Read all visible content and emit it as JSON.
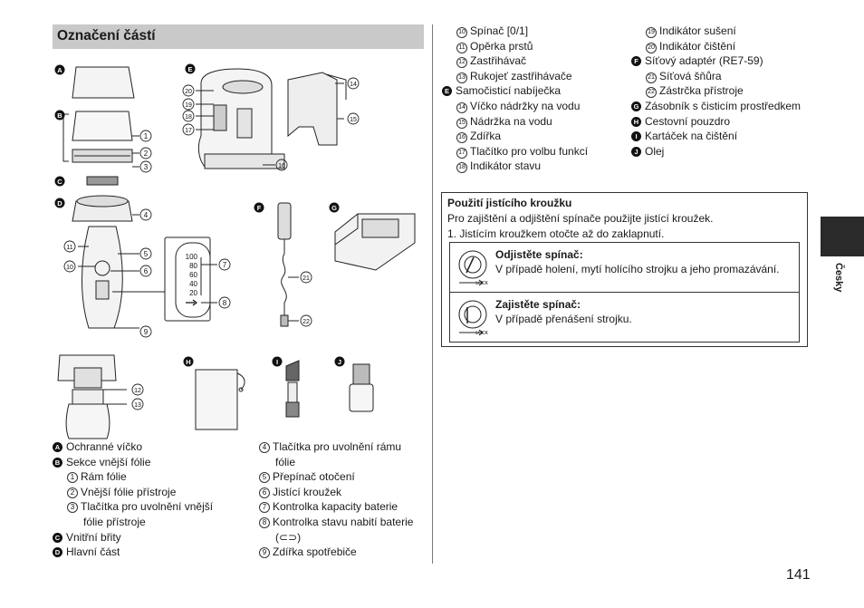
{
  "title": "Označení částí",
  "figure_labels": {
    "A": "A",
    "B": "B",
    "C": "C",
    "D": "D",
    "E": "E",
    "F": "F",
    "G": "G",
    "H": "H",
    "I": "I",
    "J": "J"
  },
  "callouts": [
    "1",
    "2",
    "3",
    "4",
    "5",
    "6",
    "7",
    "8",
    "9",
    "10",
    "11",
    "12",
    "13",
    "14",
    "15",
    "16",
    "17",
    "18",
    "19",
    "20",
    "21",
    "22"
  ],
  "gauge_values": [
    "100",
    "80",
    "60",
    "40",
    "20"
  ],
  "left_list": [
    {
      "badge": "A",
      "text": "Ochranné víčko"
    },
    {
      "badge": "B",
      "text": "Sekce vnější fólie"
    },
    {
      "num": "1",
      "text": "Rám fólie"
    },
    {
      "num": "2",
      "text": "Vnější fólie přístroje"
    },
    {
      "num": "3",
      "text": "Tlačítka pro uvolnění vnější"
    },
    {
      "cont": "fólie přístroje"
    },
    {
      "badge": "C",
      "text": "Vnitřní břity"
    },
    {
      "badge": "D",
      "text": "Hlavní část"
    }
  ],
  "mid_list": [
    {
      "num": "4",
      "text": "Tlačítka pro uvolnění rámu"
    },
    {
      "cont": "fólie"
    },
    {
      "num": "5",
      "text": "Přepínač otočení"
    },
    {
      "num": "6",
      "text": "Jistící kroužek"
    },
    {
      "num": "7",
      "text": "Kontrolka kapacity baterie"
    },
    {
      "num": "8",
      "text": "Kontrolka stavu nabití baterie"
    },
    {
      "cont": "(⊂⊃)"
    },
    {
      "num": "9",
      "text": "Zdířka spotřebiče"
    }
  ],
  "right_col1": [
    {
      "num": "10",
      "text": "Spínač [0/1]"
    },
    {
      "num": "11",
      "text": "Opěrka prstů"
    },
    {
      "num": "12",
      "text": "Zastřihávač"
    },
    {
      "num": "13",
      "text": "Rukojeť zastřihávače"
    },
    {
      "badge": "E",
      "text": "Samočisticí nabíječka"
    },
    {
      "num": "14",
      "text": "Víčko nádržky na vodu"
    },
    {
      "num": "15",
      "text": "Nádržka na vodu"
    },
    {
      "num": "16",
      "text": "Zdířka"
    },
    {
      "num": "17",
      "text": "Tlačítko pro volbu funkcí"
    },
    {
      "num": "18",
      "text": "Indikátor stavu"
    }
  ],
  "right_col2": [
    {
      "num": "19",
      "text": "Indikátor sušení"
    },
    {
      "num": "20",
      "text": "Indikátor čištění"
    },
    {
      "badge": "F",
      "text": "Síťový adaptér (RE7-59)"
    },
    {
      "num": "21",
      "text": "Síťová šňůra"
    },
    {
      "num": "22",
      "text": "Zástrčka přístroje"
    },
    {
      "badge": "G",
      "text": "Zásobník s čisticím prostředkem"
    },
    {
      "badge": "H",
      "text": "Cestovní pouzdro"
    },
    {
      "badge": "I",
      "text": "Kartáček na čištění"
    },
    {
      "badge": "J",
      "text": "Olej"
    }
  ],
  "lock_box": {
    "header": "Použití jistícího kroužku",
    "intro": "Pro zajištění a odjištění spínače použijte jistící kroužek.",
    "step": "1. Jistícím kroužkem otočte až do zaklapnutí.",
    "unlock_title": "Odjistěte spínač:",
    "unlock_desc": "V případě holení, mytí holícího strojku a jeho promazávání.",
    "lock_title": "Zajistěte spínač:",
    "lock_desc": "V případě přenášení strojku.",
    "lock_icon_text": "LOCK"
  },
  "language": "Česky",
  "page_number": "141"
}
